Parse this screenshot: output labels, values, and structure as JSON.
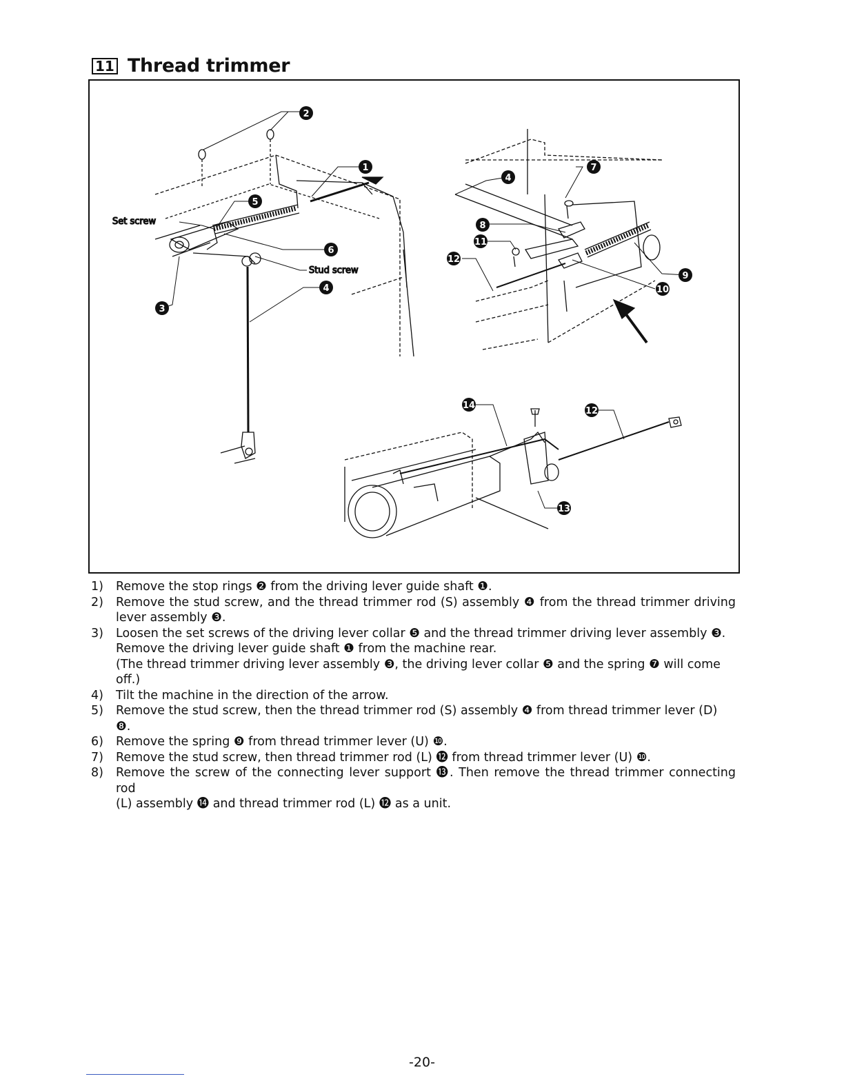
{
  "section": {
    "number": "11",
    "title": "Thread trimmer"
  },
  "figure": {
    "labels": {
      "set_screw": "Set screw",
      "stud_screw": "Stud screw"
    },
    "callouts": [
      "1",
      "2",
      "3",
      "4",
      "5",
      "6",
      "4",
      "7",
      "8",
      "9",
      "10",
      "11",
      "12",
      "12",
      "13",
      "14"
    ]
  },
  "steps": [
    {
      "num": "1)",
      "lines": [
        "Remove the stop rings ❷ from the driving lever guide shaft ❶."
      ]
    },
    {
      "num": "2)",
      "lines": [
        "Remove the stud screw, and the thread trimmer rod (S) assembly  ❹ from the thread trimmer driving",
        "lever assembly ❸."
      ]
    },
    {
      "num": "3)",
      "lines": [
        "Loosen the set screws of the driving lever collar  ❺ and the thread trimmer driving lever assembly  ❸.",
        "Remove the driving lever guide shaft ❶ from the machine rear.",
        "(The thread trimmer driving lever assembly ❸, the driving lever collar ❺ and the spring ❼ will come off.)"
      ]
    },
    {
      "num": "4)",
      "lines": [
        "Tilt the machine in the direction of the arrow."
      ]
    },
    {
      "num": "5)",
      "lines": [
        "Remove the stud screw, then the thread trimmer rod (S) assembly ❹ from thread trimmer lever (D) ❽."
      ]
    },
    {
      "num": "6)",
      "lines": [
        "Remove the spring ❾ from thread trimmer lever (U) ❿."
      ]
    },
    {
      "num": "7)",
      "lines": [
        "Remove the stud screw, then thread trimmer rod (L) ⓬ from thread trimmer lever (U) ❿."
      ]
    },
    {
      "num": "8)",
      "lines": [
        "Remove the screw of the connecting lever support  ⓭. Then remove the thread trimmer connecting rod",
        "(L) assembly ⓮ and thread trimmer rod (L) ⓬ as a unit."
      ]
    }
  ],
  "page_number": "-20-"
}
